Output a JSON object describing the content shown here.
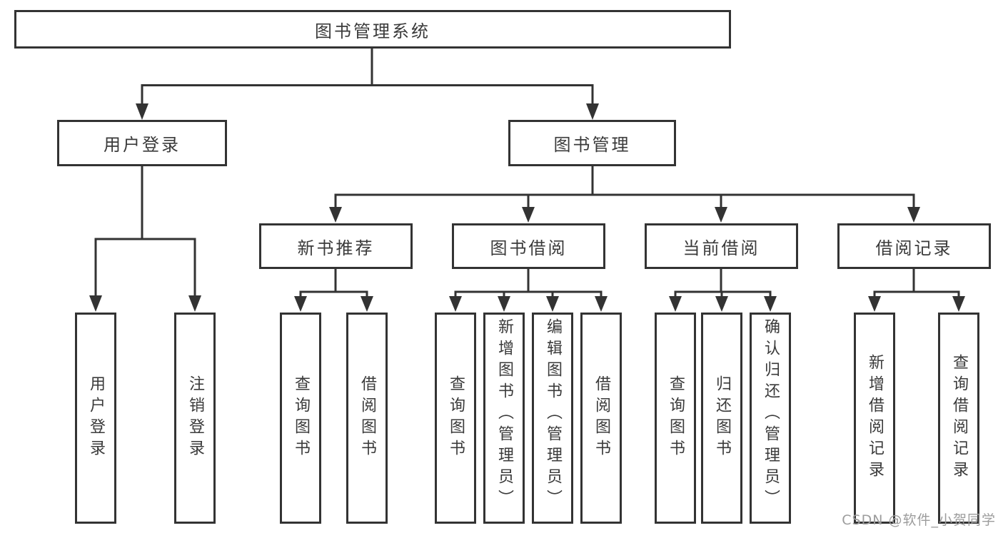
{
  "colors": {
    "line": "#333333",
    "box_border": "#333333",
    "text": "#3a3a3a",
    "background": "#ffffff",
    "watermark": "#9c9c9c"
  },
  "root": {
    "label": "图书管理系统"
  },
  "level2": {
    "user_login": {
      "label": "用户登录"
    },
    "book_management": {
      "label": "图书管理"
    }
  },
  "level3": {
    "new_book_recommend": {
      "label": "新书推荐"
    },
    "book_borrow": {
      "label": "图书借阅"
    },
    "current_borrow": {
      "label": "当前借阅"
    },
    "borrow_record": {
      "label": "借阅记录"
    }
  },
  "leaves": {
    "user_login": [
      "用户登录",
      "注销登录"
    ],
    "new_book_recommend": [
      "查询图书",
      "借阅图书"
    ],
    "book_borrow": [
      "查询图书",
      "新增图书（管理员）",
      "编辑图书（管理员）",
      "借阅图书"
    ],
    "current_borrow": [
      "查询图书",
      "归还图书",
      "确认归还（管理员）"
    ],
    "borrow_record": [
      "新增借阅记录",
      "查询借阅记录"
    ]
  },
  "watermark": {
    "text": "CSDN @软件_小贺同学"
  }
}
